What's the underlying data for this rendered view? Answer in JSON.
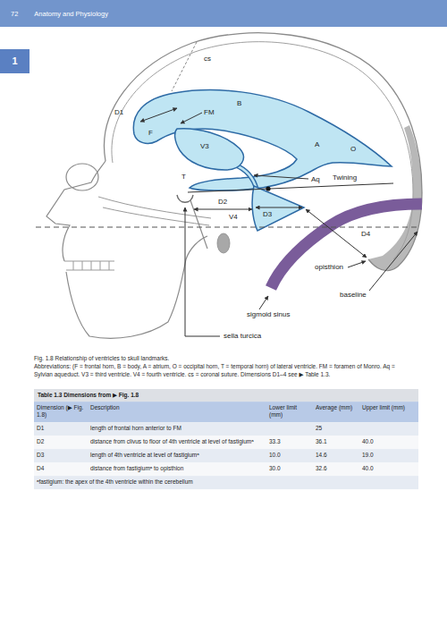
{
  "diagram": {
    "caption": "Fig. 1.8 Relationship of ventricles to skull landmarks.",
    "nodes": [
      {
        "text": [
          "72",
          "Anatomy and Physiology"
        ]
      },
      {
        "text": [
          "1"
        ]
      },
      {
        "text": [
          "Table 1.3 Dimensions from ▶ Fig. 1.8"
        ]
      }
    ],
    "labels": [
      "cs",
      "B",
      "D1",
      "F",
      "FM",
      "V3",
      "A",
      "O",
      "Aq",
      "T",
      "D2",
      "Twining",
      "D3",
      "V4",
      "D4",
      "opisthion",
      "baseline",
      "sigmoid sinus",
      "sella turcica",
      "Abbreviations: (F = frontal horn, B = body, A = atrium, O = occipital horn, T = temporal horn) of lateral ventricle. FM = foramen of Monro. Aq = Sylvian aqueduct. V3 = third ventricle. V4 = fourth ventricle. cs = coronal suture. Dimensions D1–4 see ▶ Table 1.3.",
      "Dimension (▶ Fig. 1.8)",
      "Description",
      "Lower limit (mm)",
      "Average (mm)",
      "Upper limit (mm)",
      "D1",
      "length of frontal horn anterior to FM",
      "25",
      "D2",
      "distance from clivus to floor of 4th ventricle at level of fastigiumᵃ",
      "33.3",
      "36.1",
      "40.0",
      "D3",
      "length of 4th ventricle at level of fastigiumᵃ",
      "10.0",
      "14.6",
      "19.0",
      "D4",
      "distance from fastigiumᵃ to opisthion",
      "30.0",
      "32.6",
      "40.0",
      "ᵃfastigium: the apex of the 4th ventricle within the cerebellum"
    ]
  }
}
